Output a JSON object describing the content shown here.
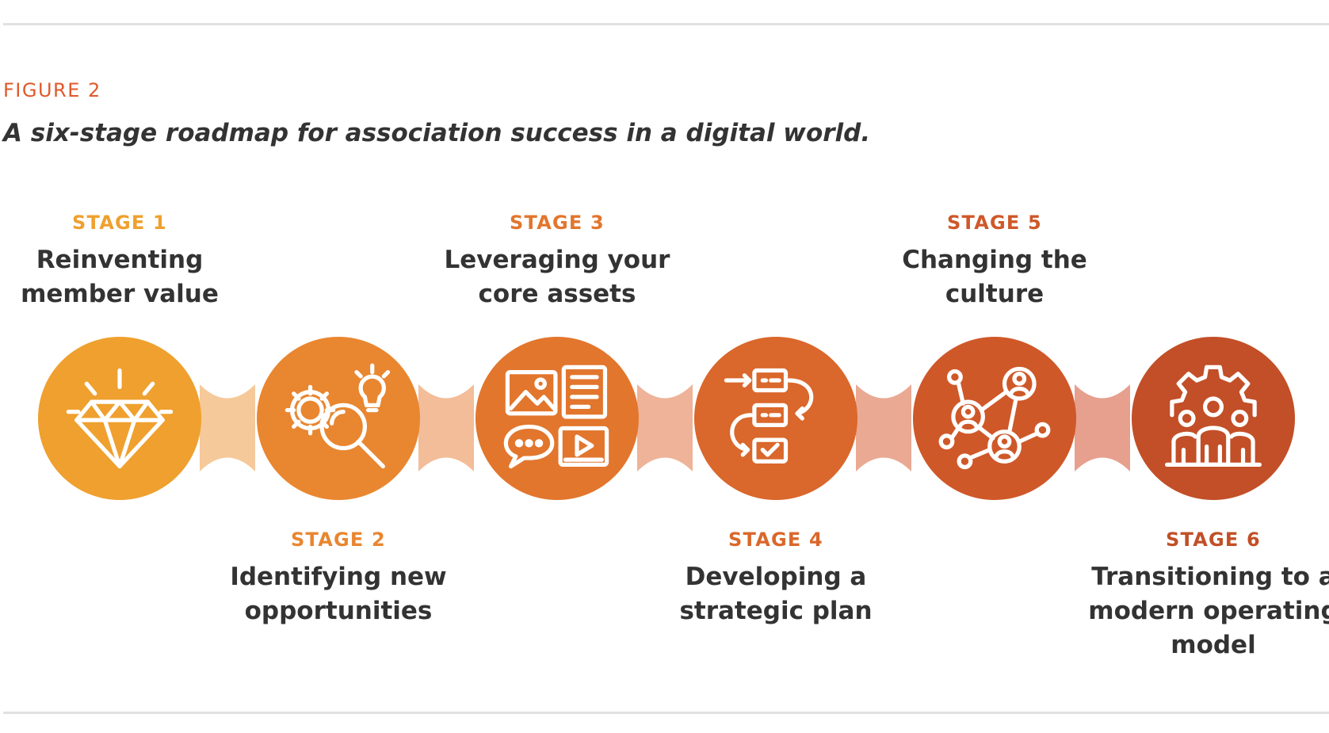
{
  "figure": {
    "label": "FIGURE 2",
    "title": "A six-stage roadmap for association success in a digital world."
  },
  "stages": [
    {
      "number_label": "STAGE 1",
      "lines": [
        "Reinventing",
        "member value"
      ],
      "color": "#efa02e",
      "icon": "diamond-icon"
    },
    {
      "number_label": "STAGE 2",
      "lines": [
        "Identifying new",
        "opportunities"
      ],
      "color": "#e98630",
      "icon": "gears-magnifier-lightbulb-icon"
    },
    {
      "number_label": "STAGE 3",
      "lines": [
        "Leveraging your",
        "core assets"
      ],
      "color": "#e2762d",
      "icon": "media-assets-icon"
    },
    {
      "number_label": "STAGE 4",
      "lines": [
        "Developing a",
        "strategic plan"
      ],
      "color": "#da672b",
      "icon": "plan-checklist-icon"
    },
    {
      "number_label": "STAGE 5",
      "lines": [
        "Changing the",
        "culture"
      ],
      "color": "#cf5829",
      "icon": "people-network-icon"
    },
    {
      "number_label": "STAGE 6",
      "lines": [
        "Transitioning to a",
        "modern operating",
        "model"
      ],
      "color": "#c24f27",
      "icon": "gear-team-icon"
    }
  ],
  "connector_colors": [
    "#f5c99a",
    "#f2bd98",
    "#eeb398",
    "#eaa993",
    "#e6a08d"
  ]
}
